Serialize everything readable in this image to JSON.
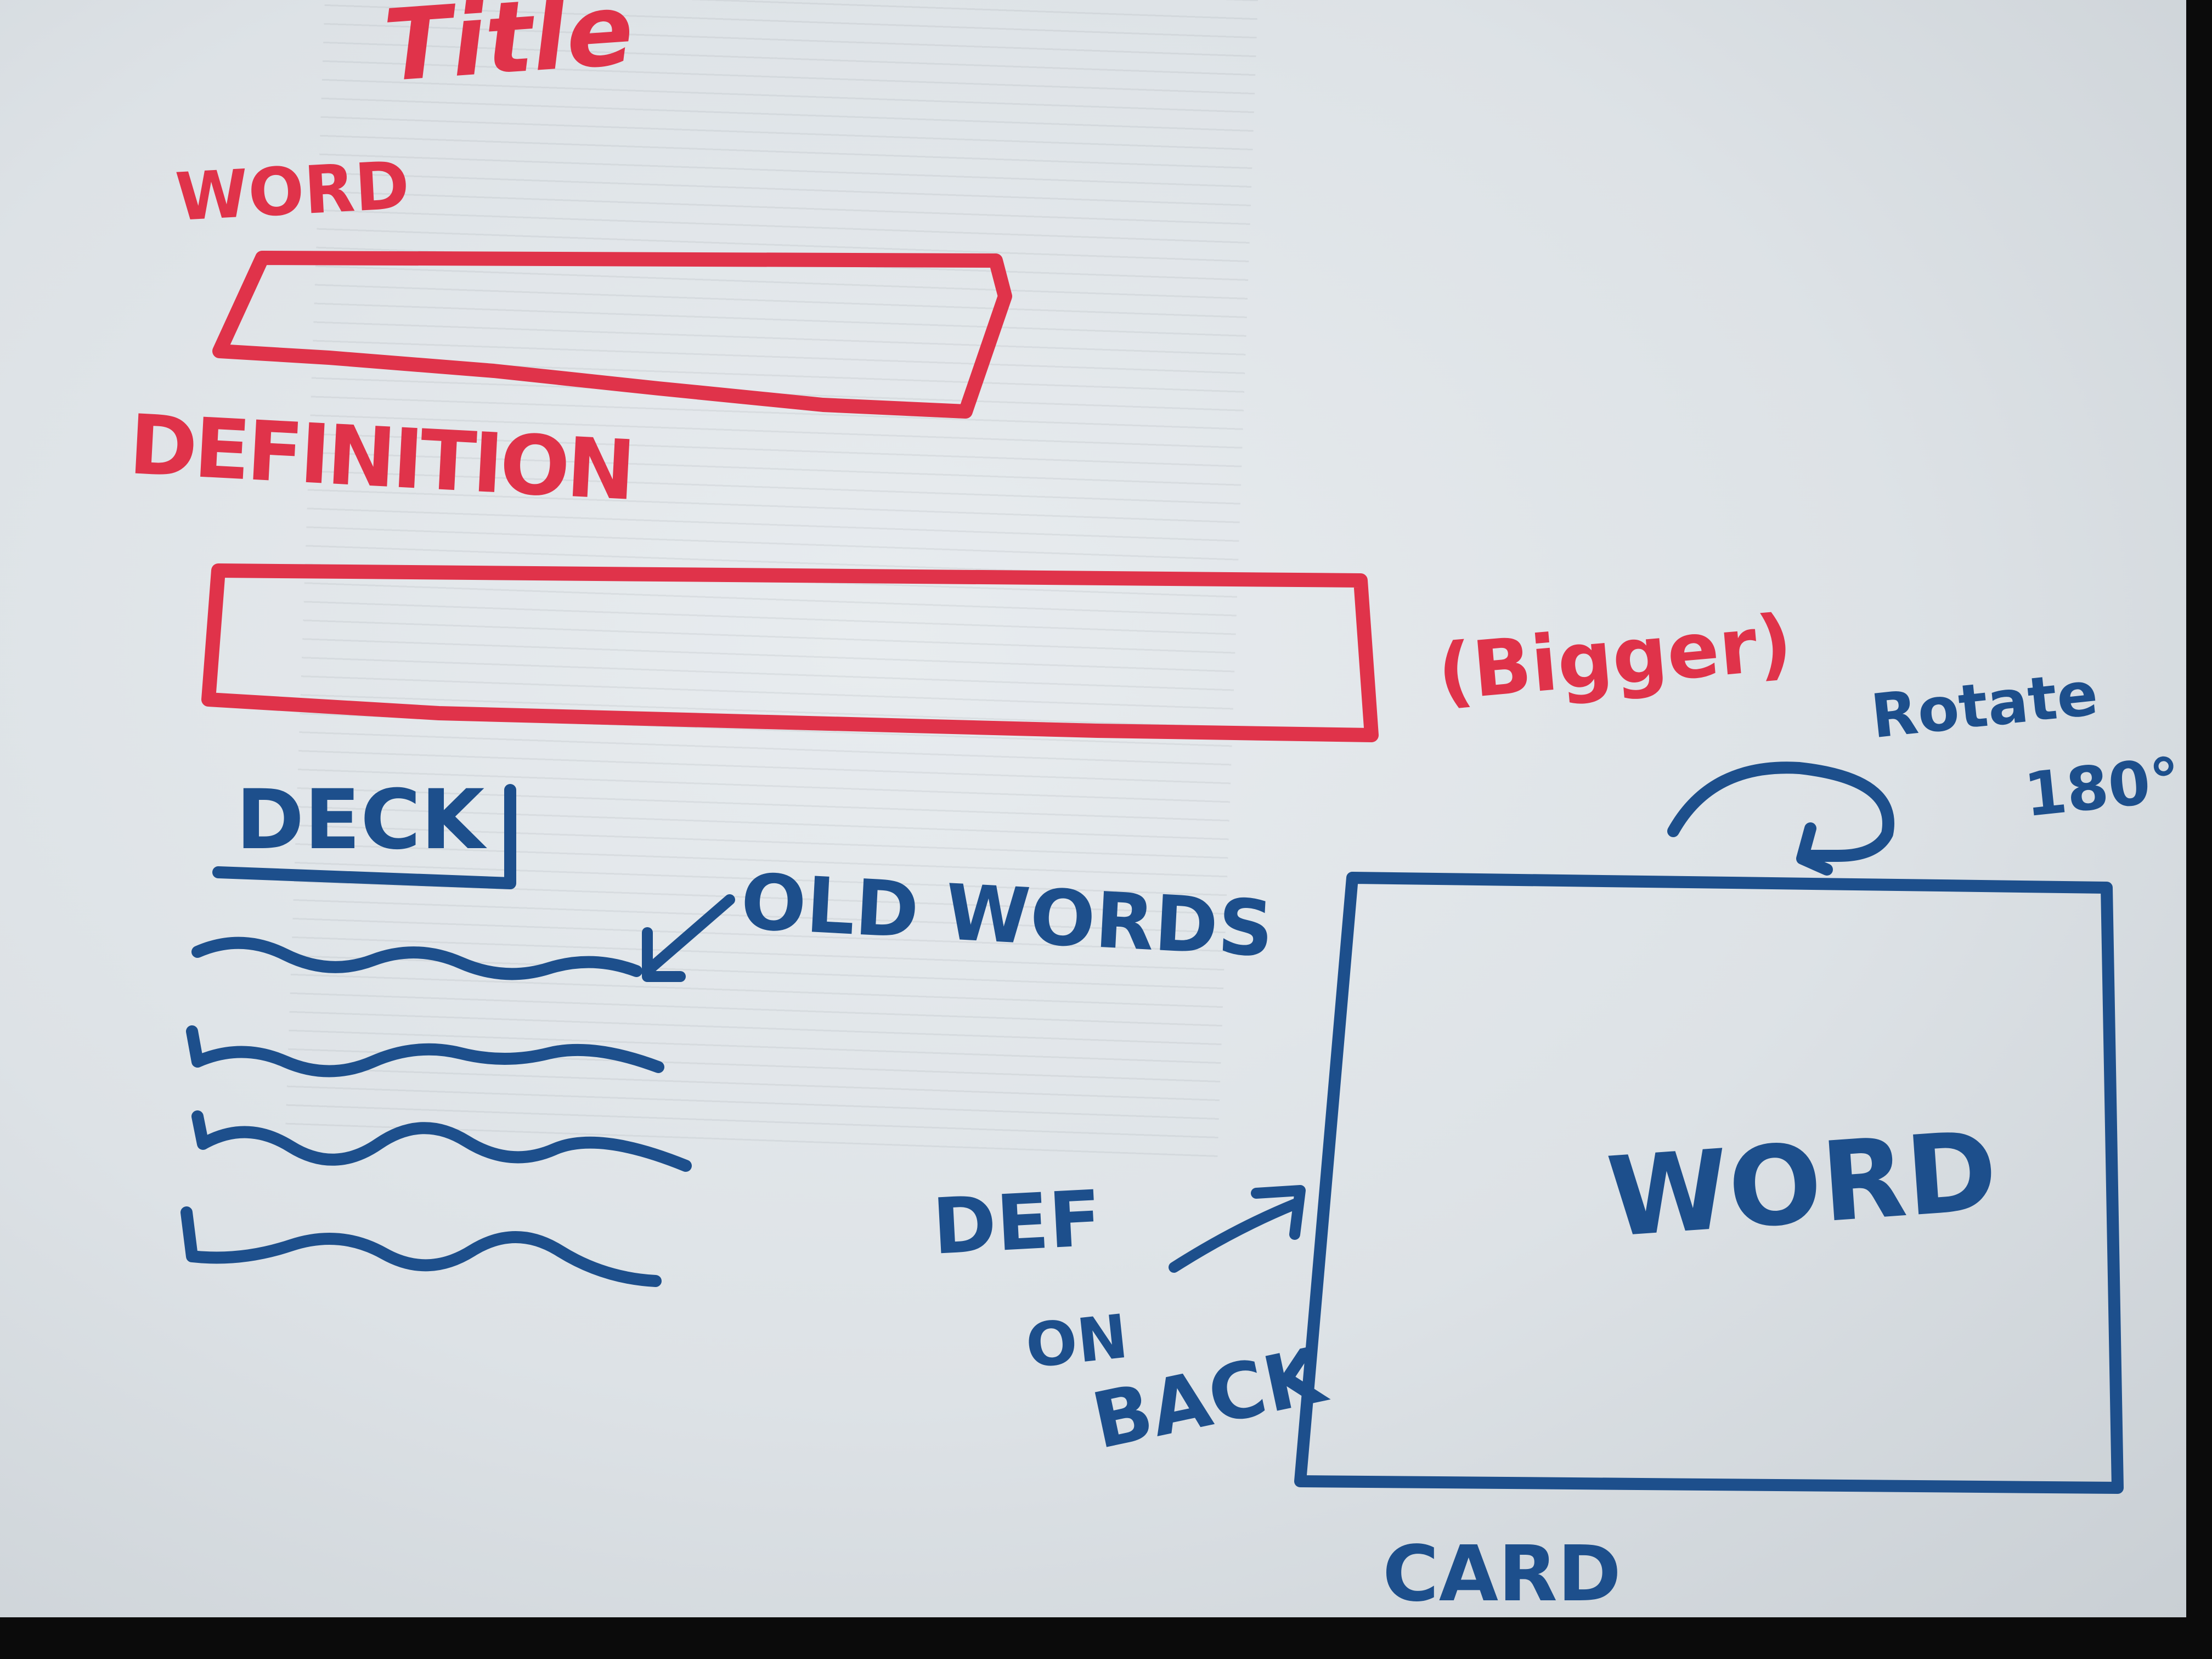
{
  "title": "Title",
  "form": {
    "word_label": "WORD",
    "definition_label": "DEFINITION",
    "definition_note": "(Bigger)"
  },
  "deck": {
    "label": "DECK",
    "old_words_label": "OLD WORDS"
  },
  "card": {
    "word": "WORD",
    "label": "CARD",
    "rotate_note_line1": "Rotate",
    "rotate_note_line2": "180°",
    "back_note_line1": "DEF",
    "back_note_line2": "ON",
    "back_note_line3": "BACK"
  },
  "colors": {
    "red_ink": "#e0334a",
    "blue_ink": "#1d4f8c",
    "paper": "#e3e7ea",
    "background": "#0b0b0b"
  }
}
